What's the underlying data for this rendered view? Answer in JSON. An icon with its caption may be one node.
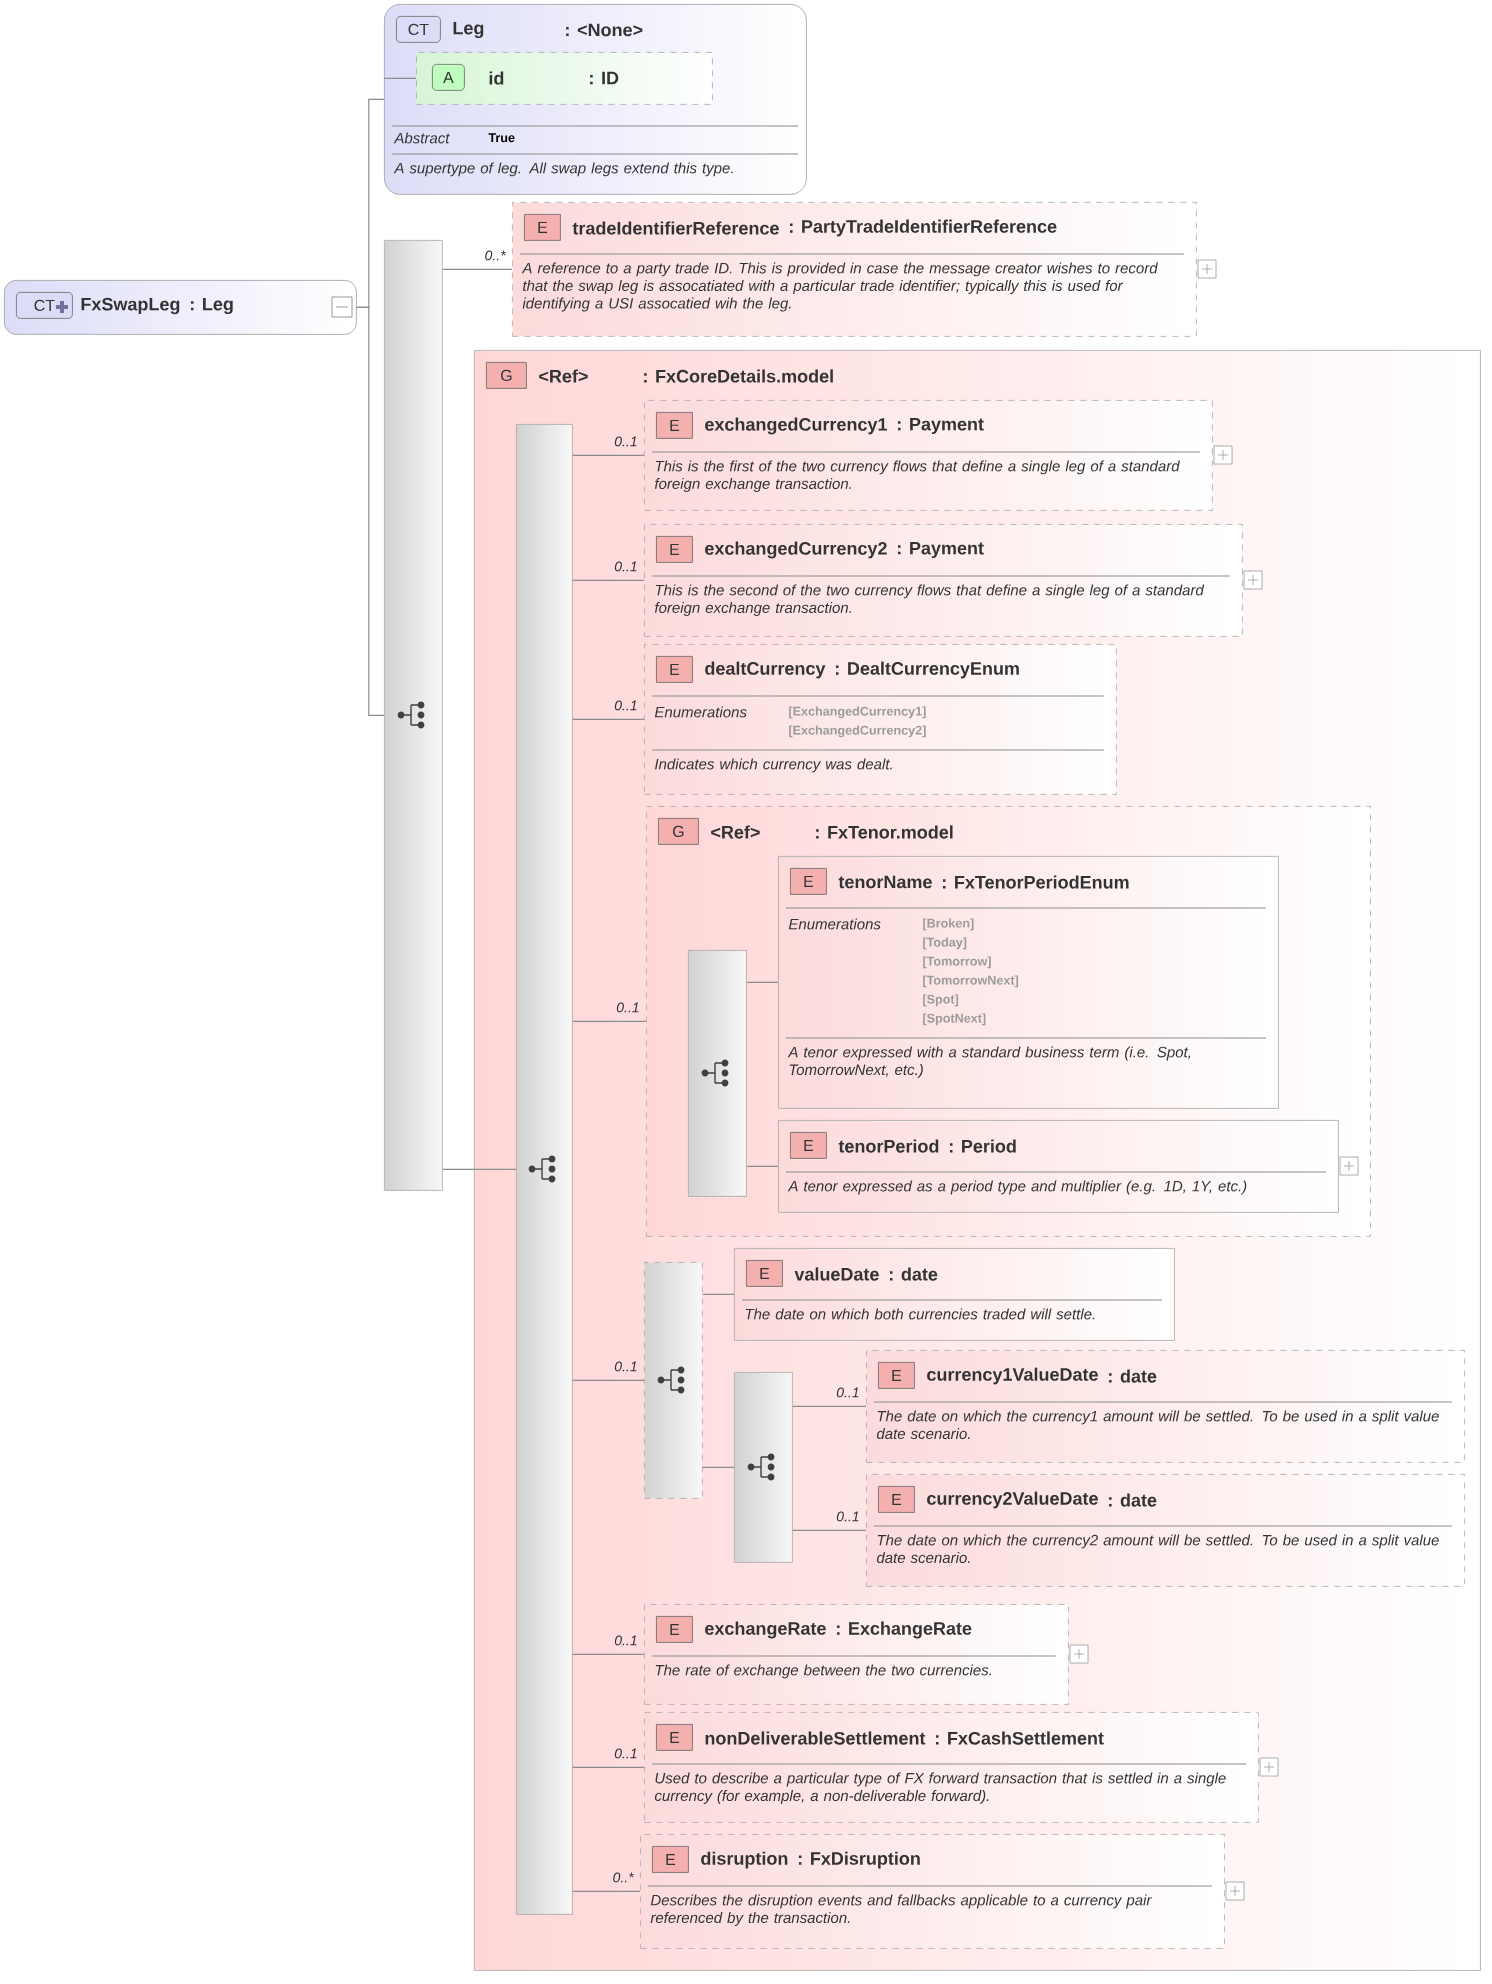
{
  "diagram": {
    "nodes": [
      {
        "text": [
          "CT",
          "FxSwapLeg",
          ": Leg"
        ]
      },
      {
        "text": [
          "CT",
          "Leg",
          ": <None>",
          "Abstract",
          "True",
          "A supertype of leg. All swap legs extend this type."
        ]
      },
      {
        "text": [
          "A",
          "id",
          ": ID"
        ],
        "in": 1
      },
      {
        "text": [],
        "shape": "bar"
      },
      {
        "text": [
          "E",
          "tradeIdentifierReference",
          ": PartyTradeIdentifierReference",
          "A reference to a party trade ID. This is provided in case the message creator wishes to record that the swap leg is assocatiated with a particular trade identifier; typically this is used for identifying a USI assocatied wih the leg."
        ]
      },
      {
        "text": [
          "G",
          "<Ref>",
          ": FxCoreDetails.model"
        ]
      },
      {
        "text": [],
        "shape": "bar",
        "in": 5
      },
      {
        "text": [
          "E",
          "exchangedCurrency1",
          ": Payment",
          "This is the first of the two currency flows that define a single leg of a standard foreign exchange transaction."
        ],
        "in": 5
      },
      {
        "text": [
          "E",
          "exchangedCurrency2",
          ": Payment",
          "This is the second of the two currency flows that define a single leg of a standard foreign exchange transaction."
        ],
        "in": 5
      },
      {
        "text": [
          "E",
          "dealtCurrency",
          ": DealtCurrencyEnum",
          "Enumerations",
          "[ExchangedCurrency1]",
          "[ExchangedCurrency2]",
          "Indicates which currency was dealt."
        ],
        "in": 5
      },
      {
        "text": [
          "G",
          "<Ref>",
          ": FxTenor.model"
        ],
        "in": 5
      },
      {
        "text": [],
        "shape": "bar",
        "in": 10
      },
      {
        "text": [
          "E",
          "tenorName",
          ": FxTenorPeriodEnum",
          "Enumerations",
          "[Broken]",
          "[Today]",
          "[Tomorrow]",
          "[TomorrowNext]",
          "[Spot]",
          "[SpotNext]",
          "A tenor expressed with a standard business term (i.e. Spot, TomorrowNext, etc.)"
        ],
        "in": 10
      },
      {
        "text": [
          "E",
          "tenorPeriod",
          ": Period",
          "A tenor expressed as a period type and multiplier (e.g. 1D, 1Y, etc.)"
        ],
        "in": 10
      },
      {
        "text": [],
        "shape": "bar",
        "in": 5
      },
      {
        "text": [
          "E",
          "valueDate",
          ": date",
          "The date on which both currencies traded will settle."
        ],
        "in": 5
      },
      {
        "text": [],
        "shape": "bar",
        "in": 5
      },
      {
        "text": [
          "E",
          "currency1ValueDate",
          ": date",
          "The date on which the currency1 amount will be settled. To be used in a split value date scenario."
        ],
        "in": 5
      },
      {
        "text": [
          "E",
          "currency2ValueDate",
          ": date",
          "The date on which the currency2 amount will be settled. To be used in a split value date scenario."
        ],
        "in": 5
      },
      {
        "text": [
          "E",
          "exchangeRate",
          ": ExchangeRate",
          "The rate of exchange between the two currencies."
        ],
        "in": 5
      },
      {
        "text": [
          "E",
          "nonDeliverableSettlement",
          ": FxCashSettlement",
          "Used to describe a particular type of FX forward transaction that is settled in a single currency (for example, a non-deliverable forward)."
        ],
        "in": 5
      },
      {
        "text": [
          "E",
          "disruption",
          ": FxDisruption",
          "Describes the disruption events and fallbacks applicable to a currency pair referenced by the transaction."
        ],
        "in": 5
      }
    ],
    "edges": [
      {
        "from": 0,
        "to": 1,
        "arrow": "none"
      },
      {
        "from": 0,
        "to": 3,
        "arrow": "none"
      },
      {
        "from": 1,
        "to": 2,
        "arrow": "none"
      },
      {
        "from": 3,
        "to": 4,
        "arrow": "none",
        "label": "0..*"
      },
      {
        "from": 3,
        "to": 6,
        "arrow": "none"
      },
      {
        "from": 6,
        "to": 7,
        "arrow": "none",
        "label": "0..1"
      },
      {
        "from": 6,
        "to": 8,
        "arrow": "none",
        "label": "0..1"
      },
      {
        "from": 6,
        "to": 9,
        "arrow": "none",
        "label": "0..1"
      },
      {
        "from": 6,
        "to": 10,
        "arrow": "none",
        "label": "0..1"
      },
      {
        "from": 11,
        "to": 12,
        "arrow": "none"
      },
      {
        "from": 11,
        "to": 13,
        "arrow": "none"
      },
      {
        "from": 6,
        "to": 14,
        "arrow": "none",
        "label": "0..1"
      },
      {
        "from": 14,
        "to": 15,
        "arrow": "none"
      },
      {
        "from": 14,
        "to": 16,
        "arrow": "none"
      },
      {
        "from": 16,
        "to": 17,
        "arrow": "none",
        "label": "0..1"
      },
      {
        "from": 16,
        "to": 18,
        "arrow": "none",
        "label": "0..1"
      },
      {
        "from": 6,
        "to": 19,
        "arrow": "none",
        "label": "0..1"
      },
      {
        "from": 6,
        "to": 20,
        "arrow": "none",
        "label": "0..1"
      },
      {
        "from": 6,
        "to": 21,
        "arrow": "none",
        "label": "0..*"
      }
    ]
  }
}
